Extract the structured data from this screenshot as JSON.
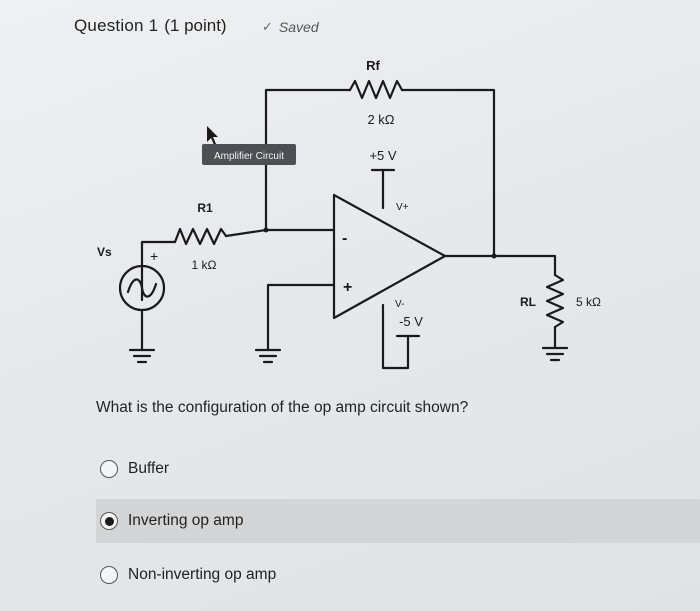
{
  "header": {
    "title": "Question 1",
    "points": "(1 point)",
    "status": "Saved"
  },
  "circuit": {
    "rf_label": "Rf",
    "rf_value": "2 kΩ",
    "tag_label": "Amplifier Circuit",
    "vpos_label": "+5 V",
    "vplus_label": "V+",
    "r1_label": "R1",
    "r1_value": "1 kΩ",
    "vs_label": "Vs",
    "plus_sign": "+",
    "minus_sign": "-",
    "vminus_label": "V-",
    "vneg_label": "-5 V",
    "rl_label": "RL",
    "rl_value": "5 kΩ"
  },
  "question": {
    "text": "What is the configuration of the op amp circuit shown?"
  },
  "options": [
    {
      "label": "Buffer",
      "selected": false
    },
    {
      "label": "Inverting op amp",
      "selected": true
    },
    {
      "label": "Non-inverting op amp",
      "selected": false
    }
  ]
}
